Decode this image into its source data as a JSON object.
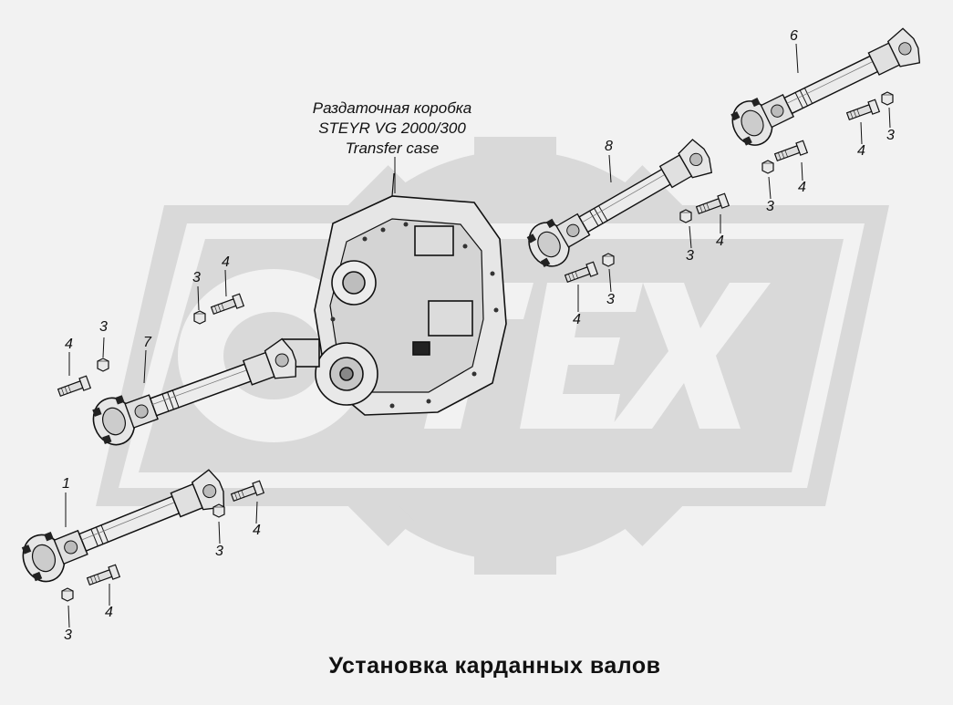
{
  "title": "Установка карданных валов",
  "unit_label": {
    "line1": "Раздаточная коробка",
    "line2": "STEYR VG 2000/300",
    "line3": "Transfer case"
  },
  "logo_text": "OTEX",
  "callouts": {
    "shaft_1": "1",
    "shaft_6": "6",
    "shaft_7": "7",
    "shaft_8": "8",
    "nut": "3",
    "bolt": "4"
  },
  "colors": {
    "background": "#f2f2f2",
    "watermark": "#d9d9d9",
    "line": "#111111"
  }
}
